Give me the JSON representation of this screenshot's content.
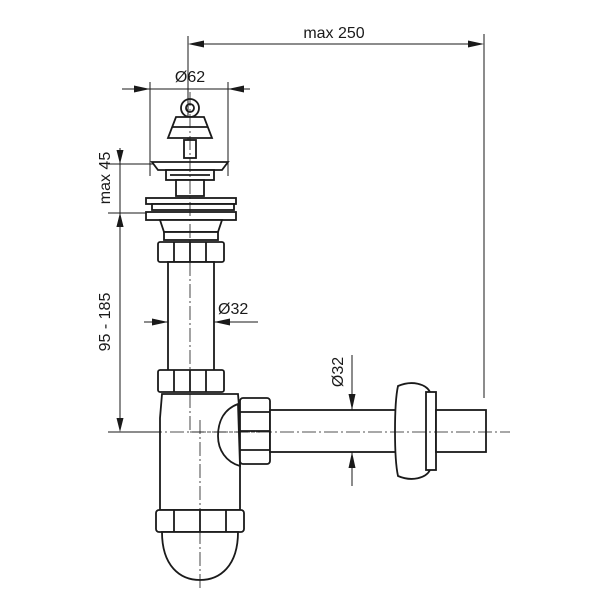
{
  "dimensions": {
    "max_width": "max 250",
    "strainer_diameter": "Ø62",
    "height_adjust": "max 45",
    "drop_range": "95 - 185",
    "pipe_diameter_vertical": "Ø32",
    "pipe_diameter_outlet": "Ø32"
  },
  "colors": {
    "line": "#1a1a1a",
    "background": "#ffffff"
  }
}
